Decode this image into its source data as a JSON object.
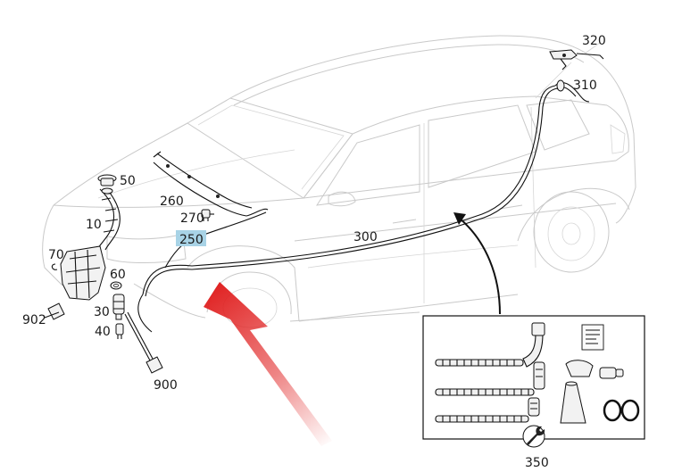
{
  "labels": {
    "p10": "10",
    "p30": "30",
    "p40": "40",
    "p50": "50",
    "p60": "60",
    "p70": "70",
    "p250": "250",
    "p260": "260",
    "p270": "270",
    "p300": "300",
    "p310": "310",
    "p320": "320",
    "p350": "350",
    "p900": "900",
    "p902": "902"
  },
  "highlighted_label": "250",
  "colors": {
    "highlight": "#a8d3e6",
    "arrow": "#e02020",
    "line_art": "#111111",
    "ghost_car": "#c9c9c9"
  },
  "icons": {
    "callout_arrow": "curved-arrow",
    "pointer_arrow": "red-arrow",
    "kit_symbol": "wrench-icon"
  }
}
